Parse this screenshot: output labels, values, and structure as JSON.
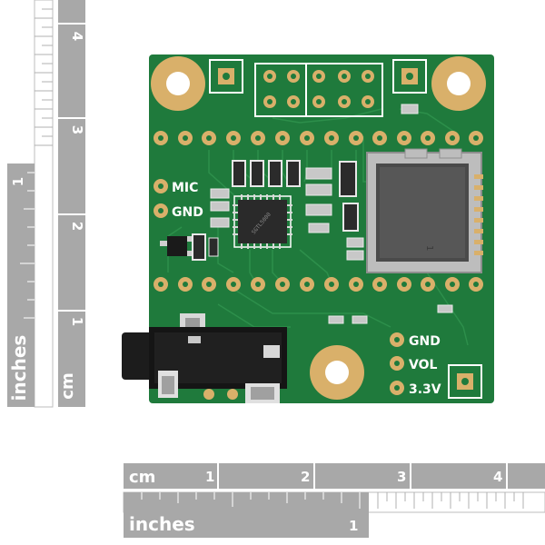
{
  "rulers": {
    "left_inches_label": "inches",
    "left_cm_label": "cm",
    "left_inch_marks": [
      "1"
    ],
    "left_cm_marks": [
      "1",
      "2",
      "3",
      "4"
    ],
    "bottom_cm_label": "cm",
    "bottom_inches_label": "inches",
    "bottom_cm_marks": [
      "1",
      "2",
      "3",
      "4"
    ],
    "bottom_inch_marks": [
      "1"
    ]
  },
  "board": {
    "silkscreen": {
      "mic": "MIC",
      "gnd_left": "GND",
      "gnd_right": "GND",
      "vol": "VOL",
      "v33": "3.3V"
    },
    "chip_marking": "SGTL5000",
    "card_marking": "1"
  },
  "colors": {
    "pcb": "#1f7a3c",
    "pcb_dark": "#155c2b",
    "pad_gold": "#d9b06a",
    "silk": "#ffffff",
    "ruler_gray": "#a8a8a8"
  }
}
